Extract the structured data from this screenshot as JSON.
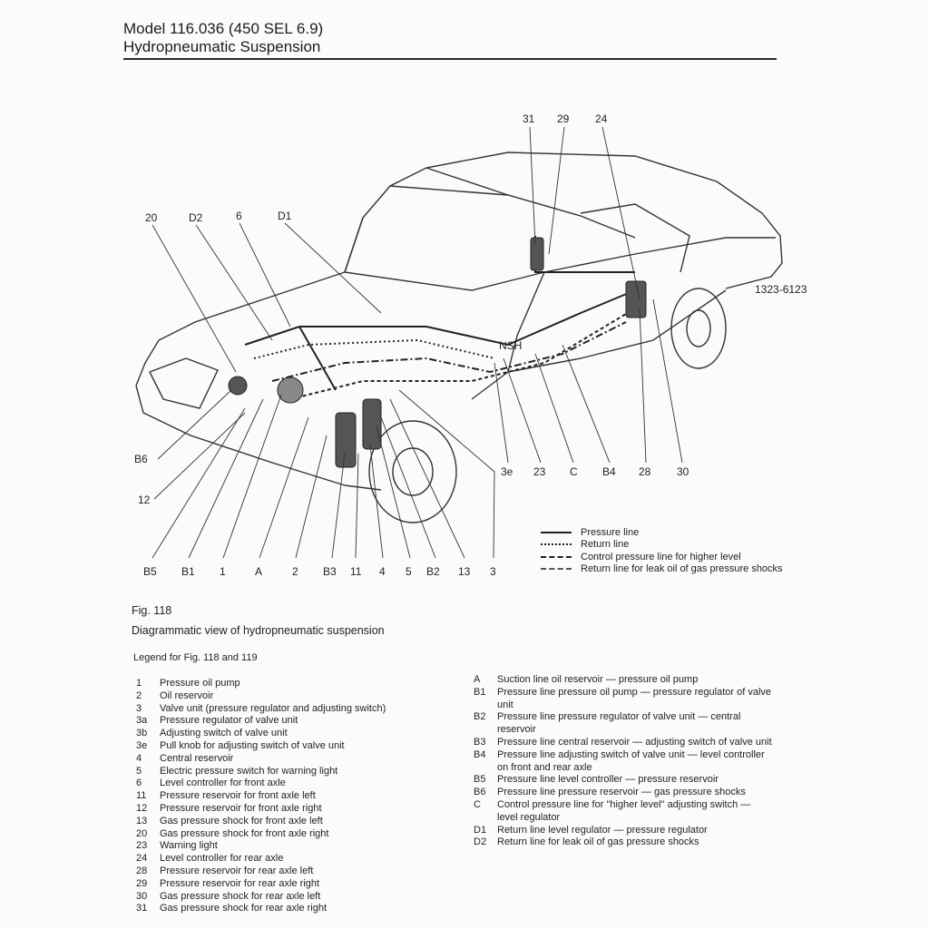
{
  "header": {
    "title": "Model 116.036 (450 SEL 6.9)",
    "subtitle": "Hydropneumatic Suspension"
  },
  "diagram": {
    "image_ref": "1323-6123",
    "mark": "NSH",
    "callouts_top": [
      "20",
      "D2",
      "6",
      "D1",
      "31",
      "29",
      "24"
    ],
    "callouts_right": [
      "3e",
      "23",
      "C",
      "B4",
      "28",
      "30"
    ],
    "callouts_left": [
      "B6",
      "12"
    ],
    "callouts_bottom": [
      "B5",
      "B1",
      "1",
      "A",
      "2",
      "B3",
      "11",
      "4",
      "5",
      "B2",
      "13",
      "3"
    ]
  },
  "line_key": [
    {
      "label": "Pressure line",
      "style": "solid"
    },
    {
      "label": "Return line",
      "style": "dotted"
    },
    {
      "label": "Control pressure line for higher level",
      "style": "dashdot"
    },
    {
      "label": "Return line for leak oil of gas pressure shocks",
      "style": "dashed"
    }
  ],
  "figure": {
    "number": "Fig. 118",
    "caption": "Diagrammatic view of hydropneumatic suspension"
  },
  "legend": {
    "title": "Legend for Fig. 118 and 119",
    "left": [
      {
        "code": "1",
        "text": "Pressure oil pump"
      },
      {
        "code": "2",
        "text": "Oil reservoir"
      },
      {
        "code": "3",
        "text": "Valve unit (pressure regulator and adjusting switch)"
      },
      {
        "code": "3a",
        "text": "Pressure regulator of valve unit"
      },
      {
        "code": "3b",
        "text": "Adjusting switch of valve unit"
      },
      {
        "code": "3e",
        "text": "Pull knob for adjusting switch of valve unit"
      },
      {
        "code": "4",
        "text": "Central reservoir"
      },
      {
        "code": "5",
        "text": "Electric pressure switch for warning light"
      },
      {
        "code": "6",
        "text": "Level controller for front axle"
      },
      {
        "code": "11",
        "text": "Pressure reservoir for front axle left"
      },
      {
        "code": "12",
        "text": "Pressure reservoir for front axle right"
      },
      {
        "code": "13",
        "text": "Gas pressure shock for front axle left"
      },
      {
        "code": "20",
        "text": "Gas pressure shock for front axle right"
      },
      {
        "code": "23",
        "text": "Warning light"
      },
      {
        "code": "24",
        "text": "Level controller for rear axle"
      },
      {
        "code": "28",
        "text": "Pressure reservoir for rear axle left"
      },
      {
        "code": "29",
        "text": "Pressure reservoir for rear axle right"
      },
      {
        "code": "30",
        "text": "Gas pressure shock for rear axle left"
      },
      {
        "code": "31",
        "text": "Gas pressure shock for rear axle right"
      }
    ],
    "right": [
      {
        "code": "A",
        "text": "Suction line oil reservoir — pressure oil pump"
      },
      {
        "code": "B1",
        "text": "Pressure line pressure oil pump — pressure regulator of valve unit"
      },
      {
        "code": "B2",
        "text": "Pressure line pressure regulator of valve unit — central reservoir"
      },
      {
        "code": "B3",
        "text": "Pressure line central reservoir — adjusting switch of valve unit"
      },
      {
        "code": "B4",
        "text": "Pressure line adjusting switch of valve unit — level controller on front and rear axle"
      },
      {
        "code": "B5",
        "text": "Pressure line level controller — pressure reservoir"
      },
      {
        "code": "B6",
        "text": "Pressure line pressure reservoir — gas pressure shocks"
      },
      {
        "code": "C",
        "text": "Control pressure line for \"higher level\" adjusting switch — level regulator"
      },
      {
        "code": "D1",
        "text": "Return line level regulator — pressure regulator"
      },
      {
        "code": "D2",
        "text": "Return line for leak oil of gas pressure shocks"
      }
    ]
  }
}
